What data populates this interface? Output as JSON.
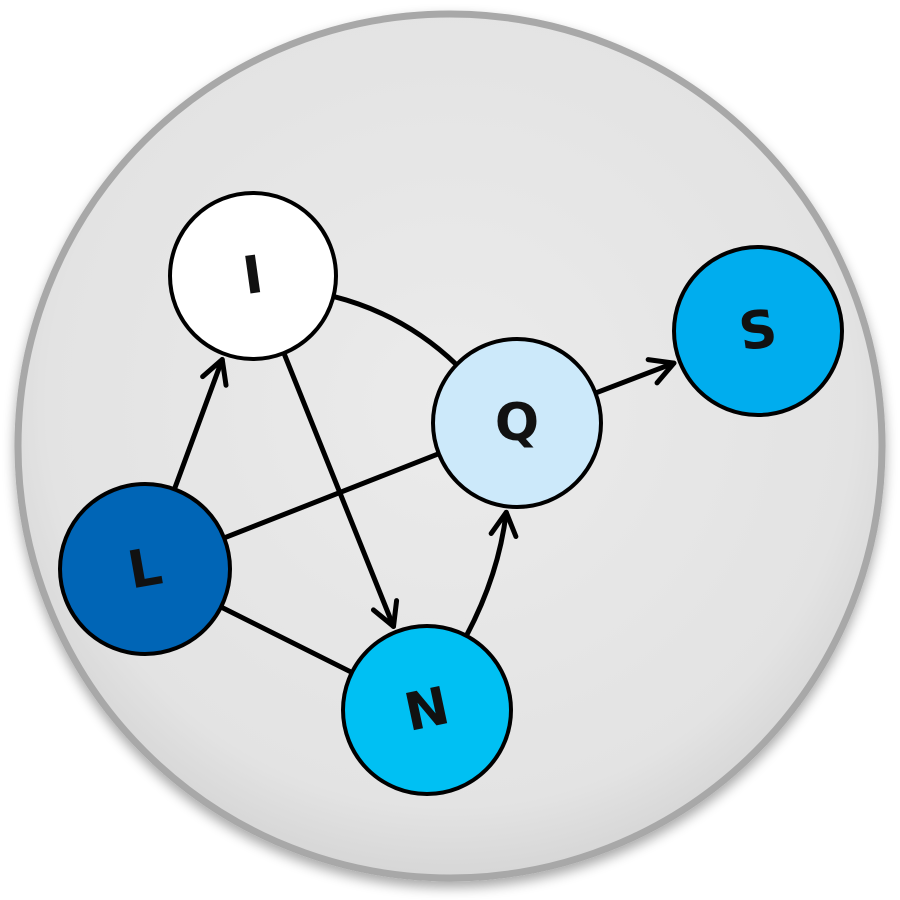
{
  "graph": {
    "nodes": [
      {
        "id": "I",
        "label": "I",
        "color": "#ffffff"
      },
      {
        "id": "Q",
        "label": "Q",
        "color": "#cce9fa"
      },
      {
        "id": "S",
        "label": "S",
        "color": "#00adee"
      },
      {
        "id": "L",
        "label": "L",
        "color": "#0065b6"
      },
      {
        "id": "N",
        "label": "N",
        "color": "#00c0f3"
      }
    ],
    "edges": [
      {
        "from": "L",
        "to": "I",
        "directed": true
      },
      {
        "from": "I",
        "to": "N",
        "directed": true
      },
      {
        "from": "I",
        "to": "Q",
        "directed": false
      },
      {
        "from": "L",
        "to": "Q",
        "directed": false
      },
      {
        "from": "L",
        "to": "N",
        "directed": false
      },
      {
        "from": "N",
        "to": "Q",
        "directed": true
      },
      {
        "from": "Q",
        "to": "S",
        "directed": true
      }
    ]
  },
  "colors": {
    "disc_fill": "#e6e6e6",
    "disc_border": "#a8a8a8",
    "edge": "#000000"
  }
}
